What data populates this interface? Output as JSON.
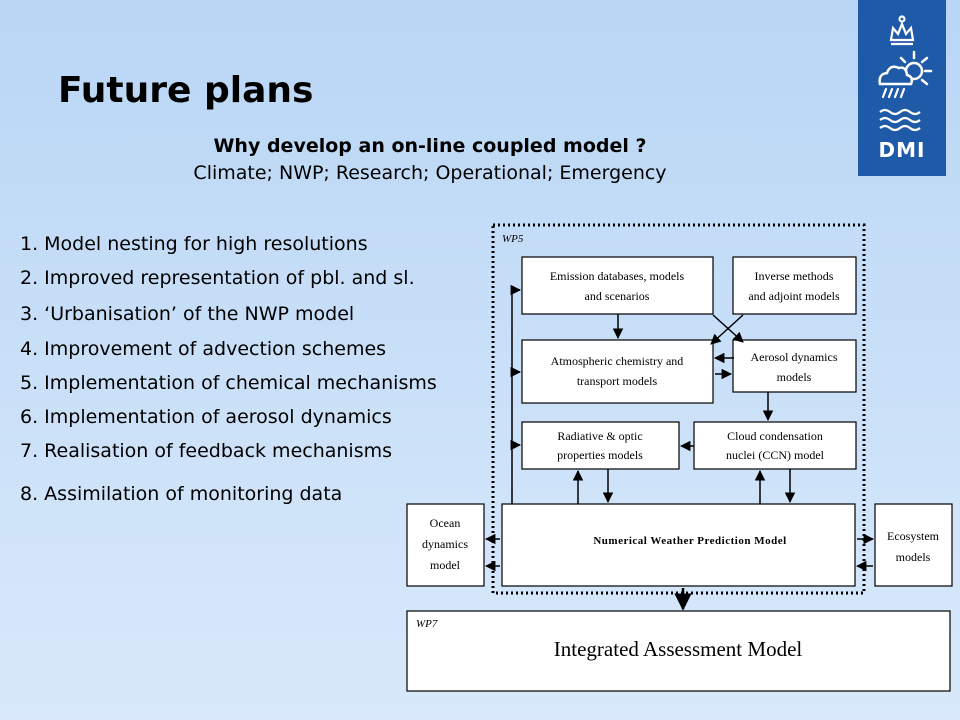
{
  "slide": {
    "title": "Future plans",
    "subtitle_bold": "Why develop an on-line coupled model ?",
    "subtitle_normal": "Climate; NWP; Research; Operational; Emergency"
  },
  "plans": [
    "1. Model nesting for high resolutions",
    "2. Improved representation of pbl. and sl.",
    "3. ‘Urbanisation’ of the NWP model",
    "4. Improvement of advection schemes",
    "5. Implementation of chemical mechanisms",
    "6. Implementation of aerosol dynamics",
    "7. Realisation of feedback mechanisms",
    "8. Assimilation of monitoring data"
  ],
  "logo": {
    "text": "DMI"
  },
  "diagram": {
    "wp5_label": "WP5",
    "wp7_label": "WP7",
    "emission": [
      "Emission databases, models",
      "and scenarios"
    ],
    "inverse": [
      "Inverse methods",
      "and adjoint models"
    ],
    "atmos": [
      "Atmospheric chemistry and",
      "transport models"
    ],
    "aerosol": [
      "Aerosol dynamics",
      "models"
    ],
    "radiative": [
      "Radiative & optic",
      "properties models"
    ],
    "cloud": [
      "Cloud condensation",
      "nuclei (CCN) model"
    ],
    "nwp": "Numerical Weather Prediction Model",
    "ocean": [
      "Ocean",
      "dynamics",
      "model"
    ],
    "eco": [
      "Ecosystem",
      "models"
    ],
    "iam": "Integrated Assessment Model"
  },
  "colors": {
    "logo_blue": "#1f5aa8",
    "background_top": "#b9d6f5",
    "background_bottom": "#d9e9fb"
  }
}
